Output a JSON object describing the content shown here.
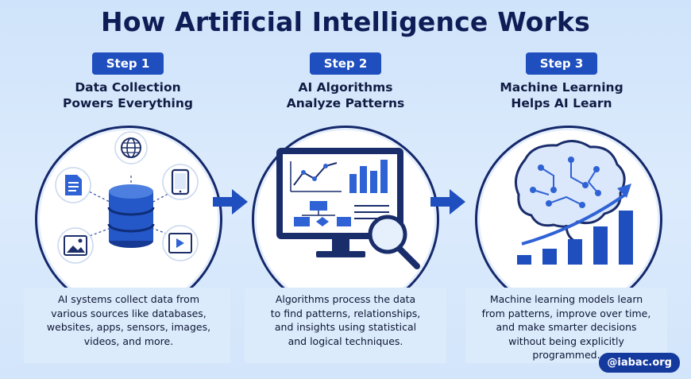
{
  "title": "How Artificial Intelligence Works",
  "steps": [
    {
      "badge": "Step 1",
      "heading_line1": "Data Collection",
      "heading_line2": "Powers Everything",
      "desc_lines": [
        "AI systems collect data from",
        "various sources like databases,",
        "websites, apps, sensors, images,",
        "videos, and more."
      ],
      "icons": [
        "database-icon",
        "globe-icon",
        "document-icon",
        "phone-icon",
        "image-icon",
        "video-icon"
      ]
    },
    {
      "badge": "Step 2",
      "heading_line1": "AI Algorithms",
      "heading_line2": "Analyze Patterns",
      "desc_lines": [
        "Algorithms process the data",
        "to find patterns, relationships,",
        "and insights using statistical",
        "and logical techniques."
      ],
      "icons": [
        "monitor-icon",
        "line-chart-icon",
        "bar-chart-icon",
        "flowchart-icon",
        "magnifier-icon"
      ]
    },
    {
      "badge": "Step 3",
      "heading_line1": "Machine Learning",
      "heading_line2": "Helps AI Learn",
      "desc_lines": [
        "Machine learning models learn",
        "from patterns, improve over time,",
        "and make smarter decisions",
        "without being explicitly",
        "programmed."
      ],
      "icons": [
        "brain-icon",
        "growth-chart-icon"
      ]
    }
  ],
  "brand": "@iabac.org",
  "colors": {
    "accent": "#1f4fbf",
    "navy": "#0f1d57",
    "background": "#d3e5fb"
  }
}
